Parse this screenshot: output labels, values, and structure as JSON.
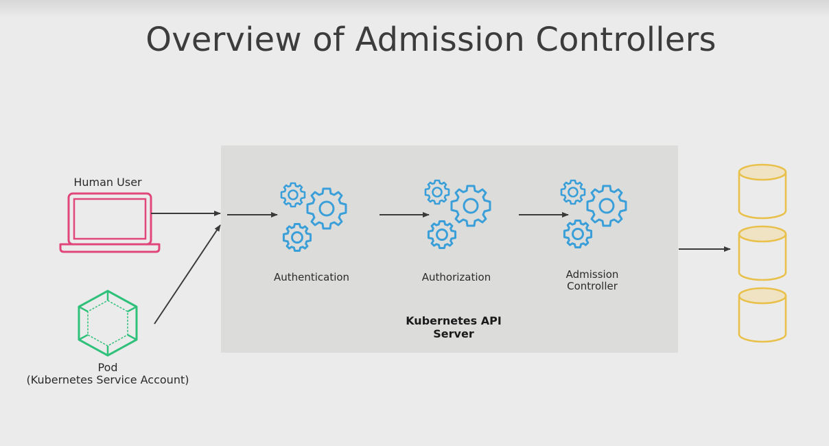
{
  "slide": {
    "title": "Overview of Admission Controllers"
  },
  "actors": {
    "human_user": "Human User",
    "pod_line1": "Pod",
    "pod_line2": "(Kubernetes Service Account)"
  },
  "stages": [
    {
      "line1": "Authentication",
      "line2": ""
    },
    {
      "line1": "Authorization",
      "line2": ""
    },
    {
      "line1": "Admission",
      "line2": "Controller"
    }
  ],
  "server": {
    "line1": "Kubernetes API",
    "line2": "Server"
  },
  "icons": {
    "laptop": "laptop-icon",
    "pod": "cube-icon",
    "gears": "gears-icon",
    "database": "database-icon"
  },
  "colors": {
    "laptop": "#e0457b",
    "pod": "#2fc07a",
    "gears": "#3a9fd8",
    "database": "#e8c04a",
    "database_fill": "#efe3c4",
    "arrow": "#3a3a3a",
    "server_box": "#dcdddb",
    "background": "#ebebeb"
  }
}
